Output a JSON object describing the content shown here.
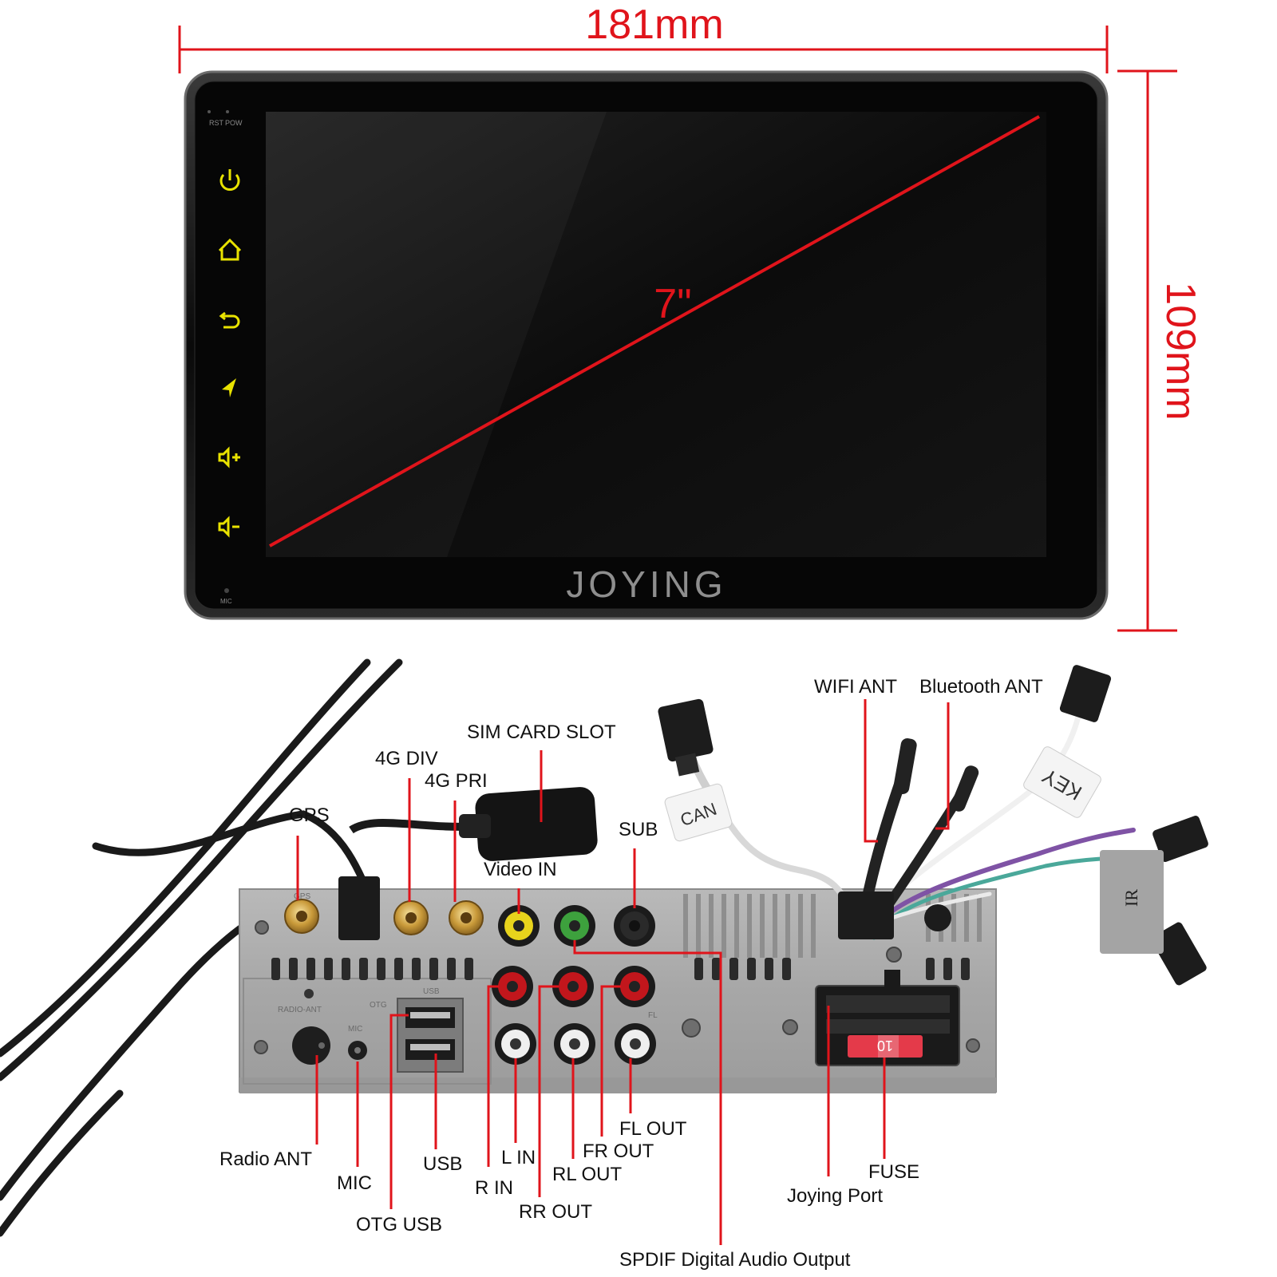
{
  "dimensions": {
    "width": "181mm",
    "height": "109mm",
    "diagonal": "7\""
  },
  "front_panel": {
    "brand": "JOYING",
    "top_labels": [
      "RST",
      "POW"
    ],
    "mic_label": "MIC",
    "buttons": [
      {
        "icon": "power-icon"
      },
      {
        "icon": "home-icon"
      },
      {
        "icon": "back-icon"
      },
      {
        "icon": "navigation-icon"
      },
      {
        "icon": "volume-up-icon"
      },
      {
        "icon": "volume-down-icon"
      }
    ],
    "icon_color": "#e8e200",
    "dimension_color": "#e0141b"
  },
  "cable_tags": {
    "can": "CAN",
    "key": "KEY",
    "ir": "IR"
  },
  "fuse_value": "10",
  "panel_print": {
    "gps": "GPS",
    "radio_ant": "RADIO-ANT",
    "otg": "OTG",
    "usb": "USB",
    "mic": "MIC",
    "fl": "FL"
  },
  "callouts": {
    "wifi_ant": "WIFI ANT",
    "bluetooth_ant": "Bluetooth ANT",
    "sim_card_slot": "SIM CARD SLOT",
    "four_g_div": "4G DIV",
    "four_g_pri": "4G PRI",
    "gps": "GPS",
    "sub": "SUB",
    "video_in": "Video IN",
    "radio_ant": "Radio ANT",
    "mic": "MIC",
    "otg_usb": "OTG USB",
    "usb": "USB",
    "r_in": "R IN",
    "l_in": "L IN",
    "rr_out": "RR OUT",
    "rl_out": "RL OUT",
    "fr_out": "FR OUT",
    "fl_out": "FL OUT",
    "spdif": "SPDIF Digital Audio Output",
    "joying_port": "Joying Port",
    "fuse": "FUSE"
  }
}
